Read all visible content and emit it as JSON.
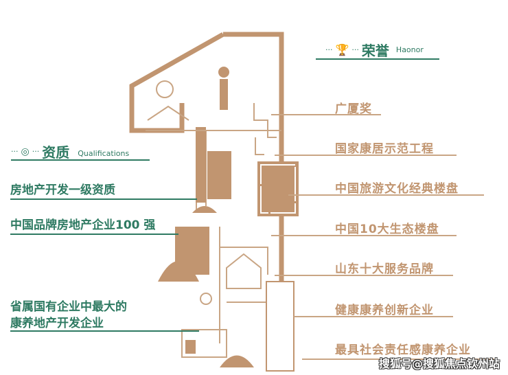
{
  "honors": {
    "title": "荣誉",
    "subtitle": "Haonor",
    "icon": "trophy-icon",
    "items": [
      "广厦奖",
      "国家康居示范工程",
      "中国旅游文化经典楼盘",
      "中国10大生态楼盘",
      "山东十大服务品牌",
      "健康康养创新企业",
      "最具社会责任感康养企业"
    ]
  },
  "qualifications": {
    "title": "资质",
    "subtitle": "Qualifications",
    "icon": "medal-icon",
    "items": [
      "房地产开发一级资质",
      "中国品牌房地产企业100 强",
      "省属国有企业中最大的",
      "康养地产开发企业"
    ]
  },
  "watermark": "搜狐号@搜狐焦点钦州站",
  "colors": {
    "green": "#2e7a62",
    "brown": "#c19570"
  }
}
